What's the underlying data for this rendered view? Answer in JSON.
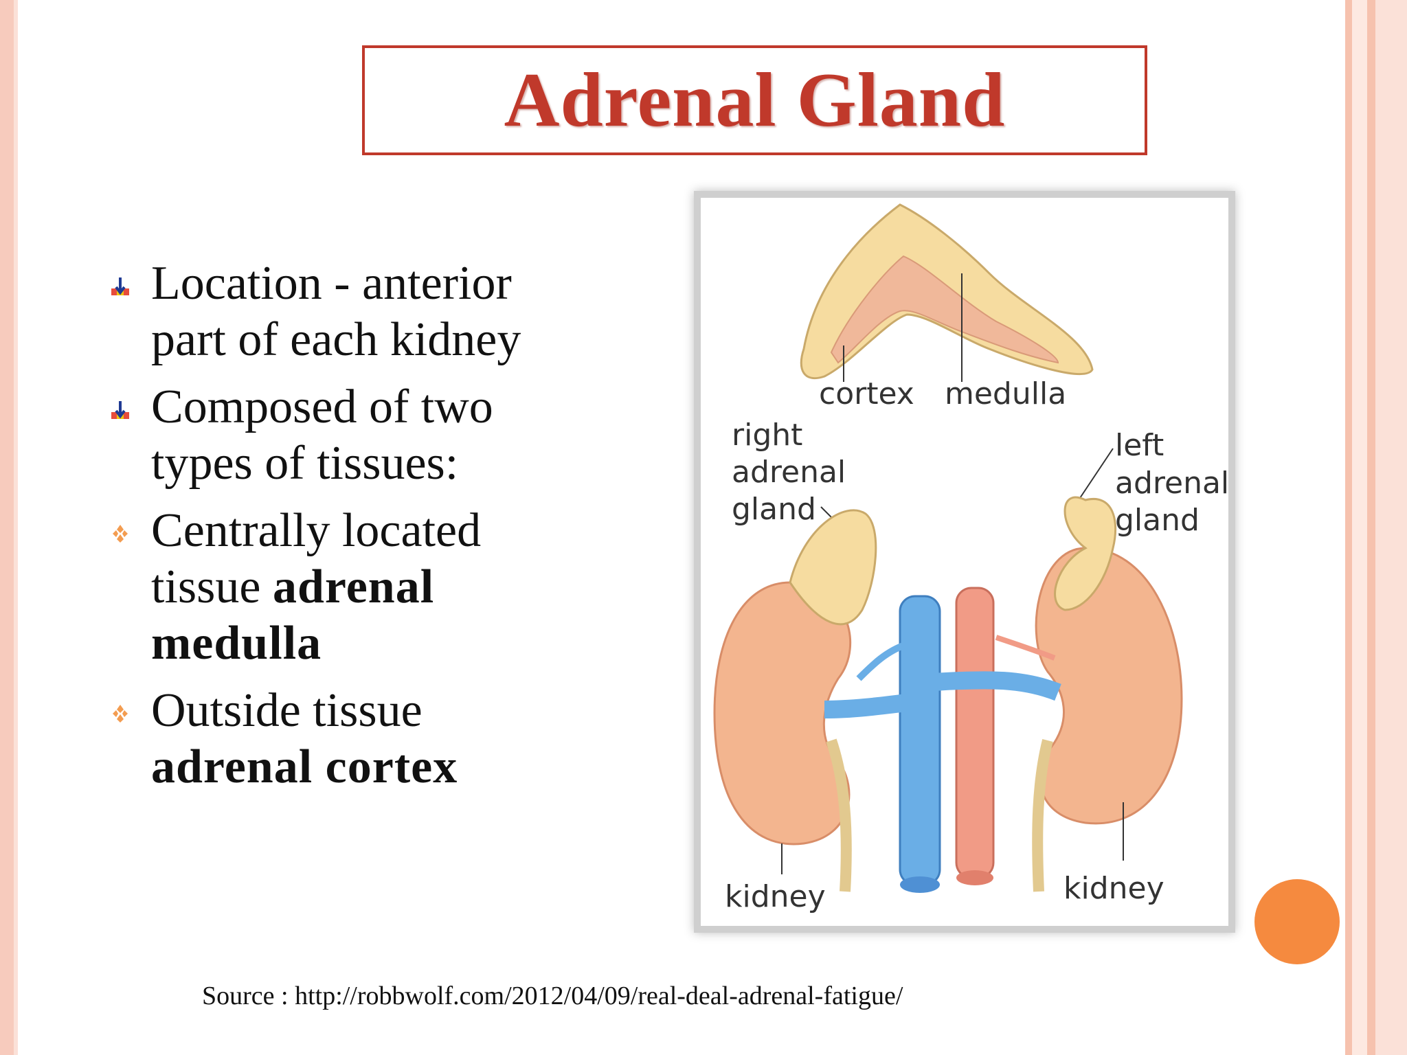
{
  "title": "Adrenal Gland",
  "bullets": [
    {
      "type": "arrow",
      "lines": [
        "Location - anterior",
        "part of each kidney"
      ]
    },
    {
      "type": "arrow",
      "lines": [
        "Composed of two",
        "types of tissues:"
      ]
    },
    {
      "type": "diamond",
      "line1": "Centrally located",
      "line2_prefix": "tissue ",
      "bold_a": "adrenal",
      "bold_b": "medulla"
    },
    {
      "type": "diamond",
      "line1": "Outside tissue",
      "bold": "adrenal cortex"
    }
  ],
  "figure": {
    "labels": {
      "cortex": "cortex",
      "medulla": "medulla",
      "right_gland": [
        "right",
        "adrenal",
        "gland"
      ],
      "left_gland": [
        "left",
        "adrenal",
        "gland"
      ],
      "kidney_left": "kidney",
      "kidney_right": "kidney"
    }
  },
  "source": "Source : http://robbwolf.com/2012/04/09/real-deal-adrenal-fatigue/",
  "colors": {
    "accent": "#c0392b",
    "orange": "#f58a3f",
    "frame": "#f7cbbd"
  }
}
